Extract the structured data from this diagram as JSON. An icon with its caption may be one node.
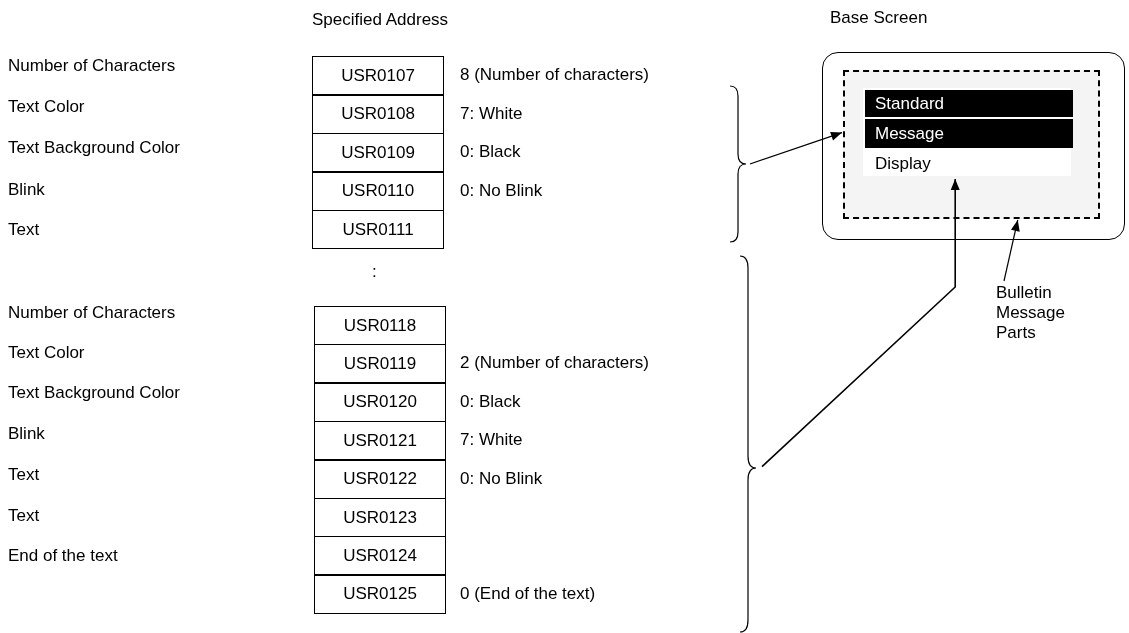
{
  "diagram": {
    "nodes": [
      {
        "text": [
          "USR0107"
        ],
        "beside": [
          "8 (Number of characters)"
        ]
      },
      {
        "text": [
          "USR0108"
        ],
        "beside": [
          "7: White"
        ]
      },
      {
        "text": [
          "USR0109"
        ],
        "beside": [
          "0: Black"
        ]
      },
      {
        "text": [
          "USR0110"
        ],
        "beside": [
          "0: No Blink"
        ]
      },
      {
        "text": [
          "USR0111"
        ]
      },
      {
        "text": [
          "USR0118"
        ]
      },
      {
        "text": [
          "USR0119"
        ],
        "beside": [
          "2 (Number of characters)"
        ]
      },
      {
        "text": [
          "USR0120"
        ],
        "beside": [
          "0: Black"
        ]
      },
      {
        "text": [
          "USR0121"
        ],
        "beside": [
          "7: White"
        ]
      },
      {
        "text": [
          "USR0122"
        ],
        "beside": [
          "0: No Blink"
        ]
      },
      {
        "text": [
          "USR0123"
        ]
      },
      {
        "text": [
          "USR0124"
        ]
      },
      {
        "text": [
          "USR0125"
        ],
        "beside": [
          "0 (End of the text)"
        ]
      },
      {
        "text": [
          "Base Screen"
        ]
      },
      {
        "text": [],
        "shape": "box",
        "in": 13
      },
      {
        "text": [
          "Standard"
        ],
        "in": 14
      },
      {
        "text": [
          "Message"
        ],
        "in": 14
      },
      {
        "text": [
          "Display"
        ],
        "in": 14
      },
      {
        "text": [
          "Bulletin Message Parts"
        ]
      },
      {
        "text": [],
        "shape": "brace"
      },
      {
        "text": [],
        "shape": "brace"
      }
    ],
    "edges": [
      {
        "from": 19,
        "to": 14,
        "arrow": "to"
      },
      {
        "from": 20,
        "to": 17,
        "arrow": "to"
      },
      {
        "from": 18,
        "to": 14,
        "arrow": "to"
      }
    ],
    "labels": [
      "Specified Address",
      "Number of Characters",
      "Text Color",
      "Text Background Color",
      "Blink",
      "Text",
      ":",
      "Number of Characters",
      "Text Color",
      "Text Background Color",
      "Blink",
      "Text",
      "Text",
      "End of the text"
    ]
  }
}
